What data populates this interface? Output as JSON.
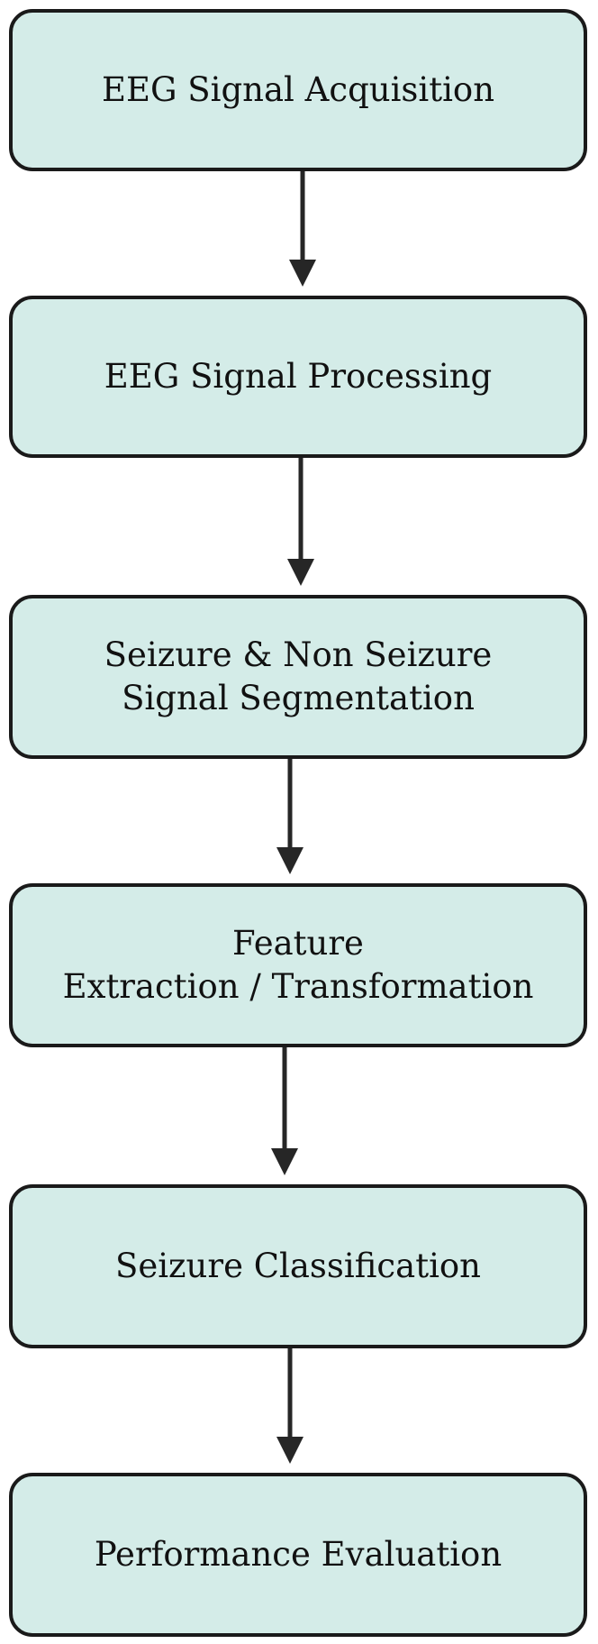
{
  "colors": {
    "box_fill": "#d4ece8",
    "box_border": "#1a1a1a",
    "arrow": "#262626",
    "text": "#111111"
  },
  "steps": [
    {
      "lines": [
        "EEG Signal Acquisition"
      ]
    },
    {
      "lines": [
        "EEG Signal Processing"
      ]
    },
    {
      "lines": [
        "Seizure & Non Seizure",
        "Signal Segmentation"
      ]
    },
    {
      "lines": [
        "Feature",
        "Extraction / Transformation"
      ]
    },
    {
      "lines": [
        "Seizure Classification"
      ]
    },
    {
      "lines": [
        "Performance Evaluation"
      ]
    }
  ]
}
